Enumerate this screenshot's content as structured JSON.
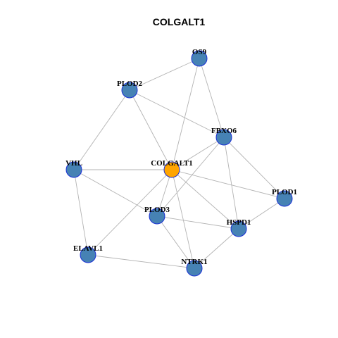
{
  "graph": {
    "title": "COLGALT1",
    "colors": {
      "center_fill": "#ffa500",
      "node_fill": "#4682b4",
      "node_border": "#1a2fd6",
      "edge": "#b3b3b3"
    },
    "nodes": [
      {
        "id": "OS9",
        "label": "OS9",
        "center": false
      },
      {
        "id": "PLOD2",
        "label": "PLOD2",
        "center": false
      },
      {
        "id": "FBXO6",
        "label": "FBXO6",
        "center": false
      },
      {
        "id": "VHL",
        "label": "VHL",
        "center": false
      },
      {
        "id": "COLGALT1",
        "label": "COLGALT1",
        "center": true
      },
      {
        "id": "PLOD1",
        "label": "PLOD1",
        "center": false
      },
      {
        "id": "PLOD3",
        "label": "PLOD3",
        "center": false
      },
      {
        "id": "HSPD1",
        "label": "HSPD1",
        "center": false
      },
      {
        "id": "ELAVL1",
        "label": "ELAVL1",
        "center": false
      },
      {
        "id": "NTRK1",
        "label": "NTRK1",
        "center": false
      }
    ],
    "edges": [
      [
        "OS9",
        "PLOD2"
      ],
      [
        "OS9",
        "COLGALT1"
      ],
      [
        "OS9",
        "FBXO6"
      ],
      [
        "PLOD2",
        "FBXO6"
      ],
      [
        "PLOD2",
        "VHL"
      ],
      [
        "PLOD2",
        "COLGALT1"
      ],
      [
        "FBXO6",
        "COLGALT1"
      ],
      [
        "FBXO6",
        "PLOD1"
      ],
      [
        "FBXO6",
        "PLOD3"
      ],
      [
        "FBXO6",
        "HSPD1"
      ],
      [
        "VHL",
        "COLGALT1"
      ],
      [
        "VHL",
        "PLOD3"
      ],
      [
        "VHL",
        "ELAVL1"
      ],
      [
        "COLGALT1",
        "PLOD1"
      ],
      [
        "COLGALT1",
        "PLOD3"
      ],
      [
        "COLGALT1",
        "HSPD1"
      ],
      [
        "COLGALT1",
        "ELAVL1"
      ],
      [
        "COLGALT1",
        "NTRK1"
      ],
      [
        "PLOD1",
        "HSPD1"
      ],
      [
        "PLOD3",
        "HSPD1"
      ],
      [
        "PLOD3",
        "NTRK1"
      ],
      [
        "HSPD1",
        "NTRK1"
      ],
      [
        "ELAVL1",
        "NTRK1"
      ]
    ]
  }
}
